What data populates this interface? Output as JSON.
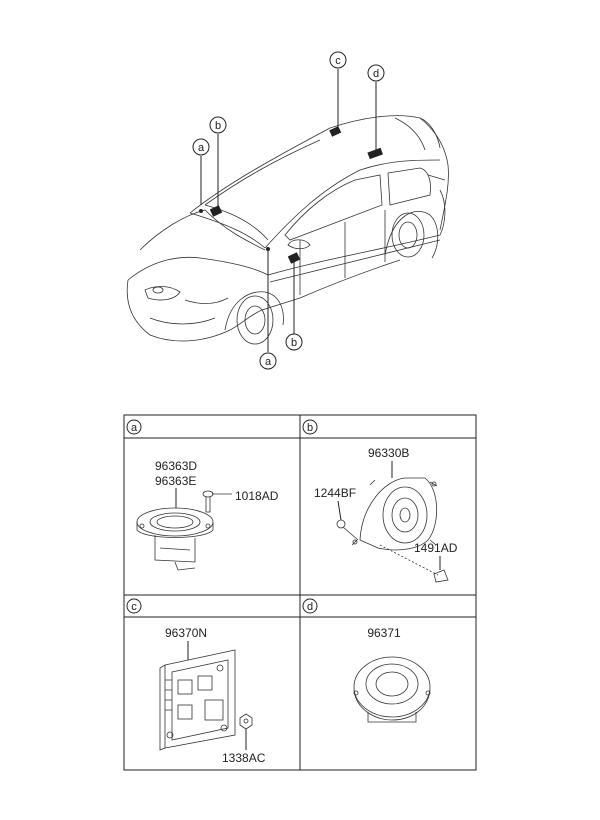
{
  "car_callouts": [
    "c",
    "d",
    "b",
    "a",
    "a",
    "b"
  ],
  "panels": {
    "a": {
      "letter": "a",
      "parts": [
        "96363D",
        "96363E",
        "1018AD"
      ]
    },
    "b": {
      "letter": "b",
      "parts": [
        "96330B",
        "1244BF",
        "1491AD"
      ]
    },
    "c": {
      "letter": "c",
      "parts": [
        "96370N",
        "1338AC"
      ]
    },
    "d": {
      "letter": "d",
      "parts": [
        "96371"
      ]
    }
  }
}
